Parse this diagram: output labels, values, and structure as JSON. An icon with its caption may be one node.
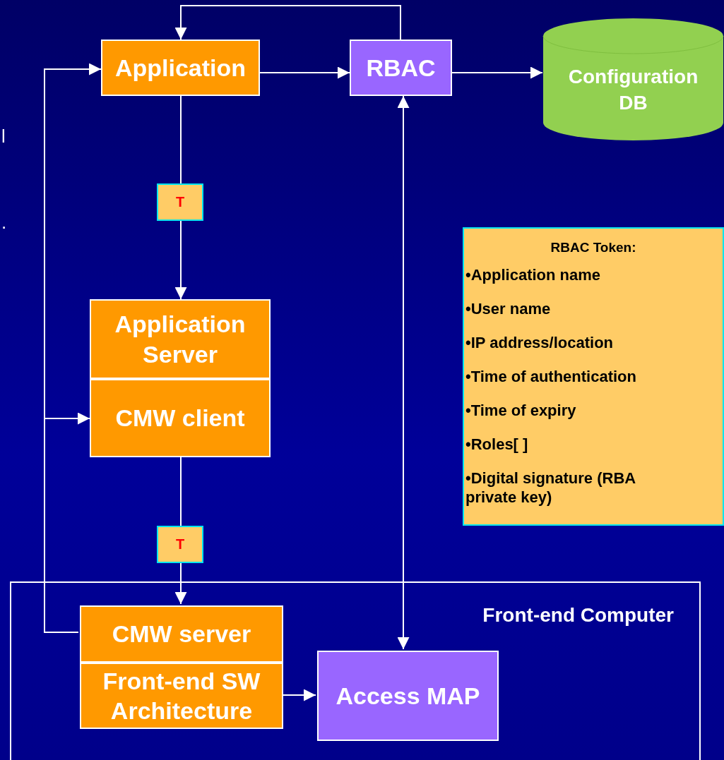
{
  "diagram": {
    "nodes": [
      {
        "text": [
          "Application"
        ]
      },
      {
        "text": [
          "RBAC"
        ]
      },
      {
        "text": [
          "Configuration DB"
        ]
      },
      {
        "text": [
          "T"
        ]
      },
      {
        "text": [
          "Application Server"
        ]
      },
      {
        "text": [
          "CMW client"
        ]
      },
      {
        "text": [
          "T"
        ]
      },
      {
        "text": [
          "Front-end Computer"
        ]
      },
      {
        "text": [
          "CMW server"
        ],
        "in": 7
      },
      {
        "text": [
          "Front-end SW Architecture"
        ],
        "in": 7
      },
      {
        "text": [
          "Access MAP"
        ],
        "in": 7
      },
      {
        "text": [
          "RBAC Token:",
          "•Application name",
          "•User name",
          "•IP address/location",
          "•Time of authentication",
          "•Time of expiry",
          "•Roles[ ]",
          "•Digital signature (RBA private key)"
        ]
      }
    ],
    "edges": [
      {
        "from": 0,
        "to": 1,
        "arrow": "to"
      },
      {
        "from": 1,
        "to": 2,
        "arrow": "to"
      },
      {
        "from": 1,
        "to": 0,
        "arrow": "to"
      },
      {
        "from": 0,
        "to": 3,
        "arrow": "none"
      },
      {
        "from": 3,
        "to": 4,
        "arrow": "to"
      },
      {
        "from": 5,
        "to": 6,
        "arrow": "none"
      },
      {
        "from": 6,
        "to": 8,
        "arrow": "to"
      },
      {
        "from": 8,
        "to": 0,
        "arrow": "to"
      },
      {
        "from": 8,
        "to": 5,
        "arrow": "to"
      },
      {
        "from": 9,
        "to": 10,
        "arrow": "to"
      },
      {
        "from": 1,
        "to": 10,
        "arrow": "both"
      }
    ],
    "labels": [
      "l",
      "."
    ]
  }
}
